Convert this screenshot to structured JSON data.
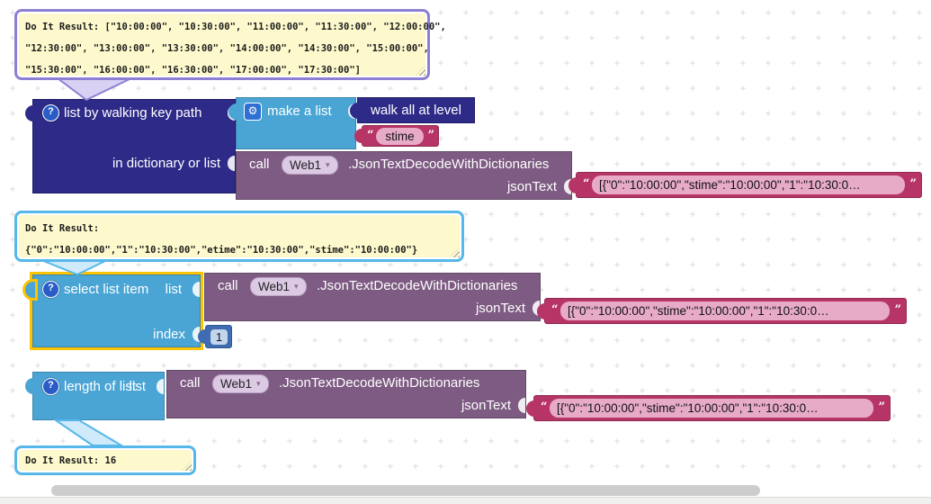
{
  "workspace": {
    "grid_glyph": "+"
  },
  "colors": {
    "indigo": "#2e2a88",
    "indigo_border": "#1f1b66",
    "list_blue": "#4aa5d5",
    "list_blue_border": "#3a86ad",
    "crimson": "#b73566",
    "crimson_border": "#8f2a50",
    "pink_field": "#e7abc8",
    "purple": "#7d5b82",
    "purple_border": "#634a68",
    "dropdown_field": "#dcc9e4",
    "math_blue": "#3f6bb0",
    "math_blue_border": "#33568e",
    "math_field": "#c3d4ed",
    "gold": "#fdc200",
    "bubble_fill": "#fdf9cd",
    "bubble_purple": "#8d80d4",
    "bubble_blue": "#56b7ea",
    "tail_purple_fill": "#d8d1f3",
    "tail_blue_fill": "#cfeafb",
    "grid": "#d8d8d8",
    "scrollbar": "#cdcdcd"
  },
  "glyphs": {
    "help": "?",
    "gear": "⚙",
    "dropdown": "▾",
    "quote_open": "“",
    "quote_close": "”"
  },
  "bubbles": [
    {
      "lines": [
        "Do It Result: [\"10:00:00\", \"10:30:00\", \"11:00:00\", \"11:30:00\", \"12:00:00\",",
        "\"12:30:00\", \"13:00:00\", \"13:30:00\", \"14:00:00\", \"14:30:00\", \"15:00:00\",",
        "\"15:30:00\", \"16:00:00\", \"16:30:00\", \"17:00:00\", \"17:30:00\"]"
      ]
    },
    {
      "lines": [
        "Do It Result:",
        "{\"0\":\"10:00:00\",\"1\":\"10:30:00\",\"etime\":\"10:30:00\",\"stime\":\"10:00:00\"}"
      ]
    },
    {
      "lines": [
        "Do It Result: 16"
      ]
    }
  ],
  "blocks": {
    "walker": {
      "title": "list by walking key path",
      "input2": "in dictionary or list"
    },
    "make_list": {
      "title": "make a list"
    },
    "walk_level": {
      "title": "walk all at level"
    },
    "stime": {
      "value": "stime"
    },
    "call": {
      "keyword": "call",
      "component": "Web1",
      "method": ".JsonTextDecodeWithDictionaries",
      "param": "jsonText"
    },
    "json_text": {
      "value": "[{\"0\":\"10:00:00\",\"stime\":\"10:00:00\",\"1\":\"10:30:0…"
    },
    "select": {
      "title": "select list item",
      "list_label": "list",
      "index_label": "index",
      "index_value": "1"
    },
    "length": {
      "title": "length of list",
      "list_label": "list"
    }
  }
}
